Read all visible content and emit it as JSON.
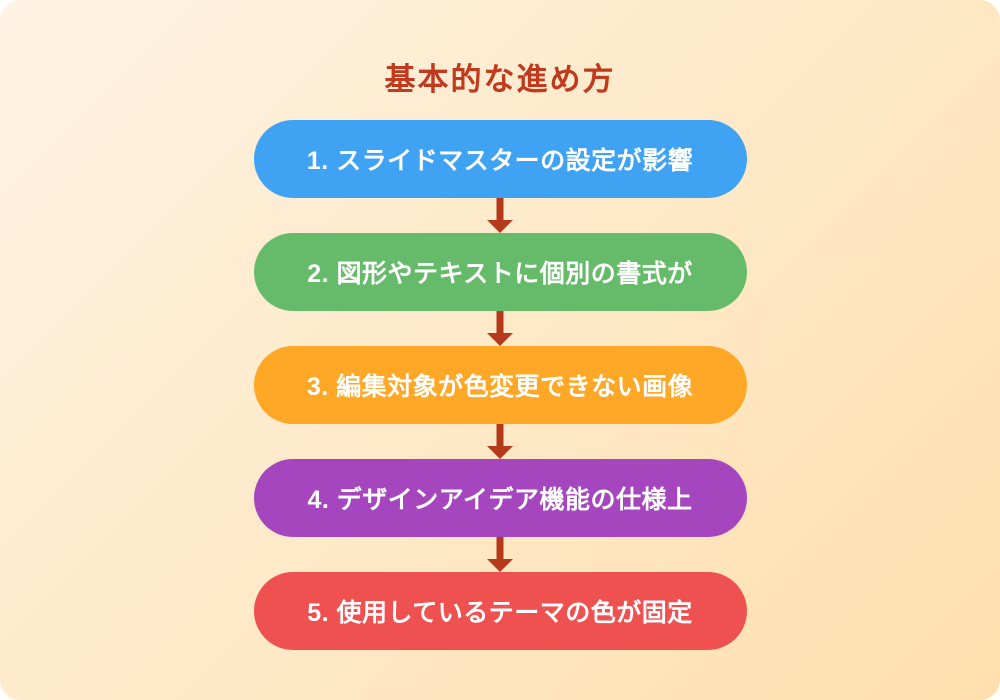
{
  "title": "基本的な進め方",
  "colors": {
    "background_start": "#FEF3E3",
    "background_end": "#FFDFAD",
    "title": "#C13A1D",
    "arrow": "#B53A1B",
    "step_text": "#FFFFFF"
  },
  "steps": [
    {
      "label": "1. スライドマスターの設定が影響",
      "color": "#3FA2F2"
    },
    {
      "label": "2. 図形やテキストに個別の書式が",
      "color": "#66BB6A"
    },
    {
      "label": "3. 編集対象が色変更できない画像",
      "color": "#FFA726"
    },
    {
      "label": "4. デザインアイデア機能の仕様上",
      "color": "#A546BE"
    },
    {
      "label": "5. 使用しているテーマの色が固定",
      "color": "#EE5150"
    }
  ]
}
